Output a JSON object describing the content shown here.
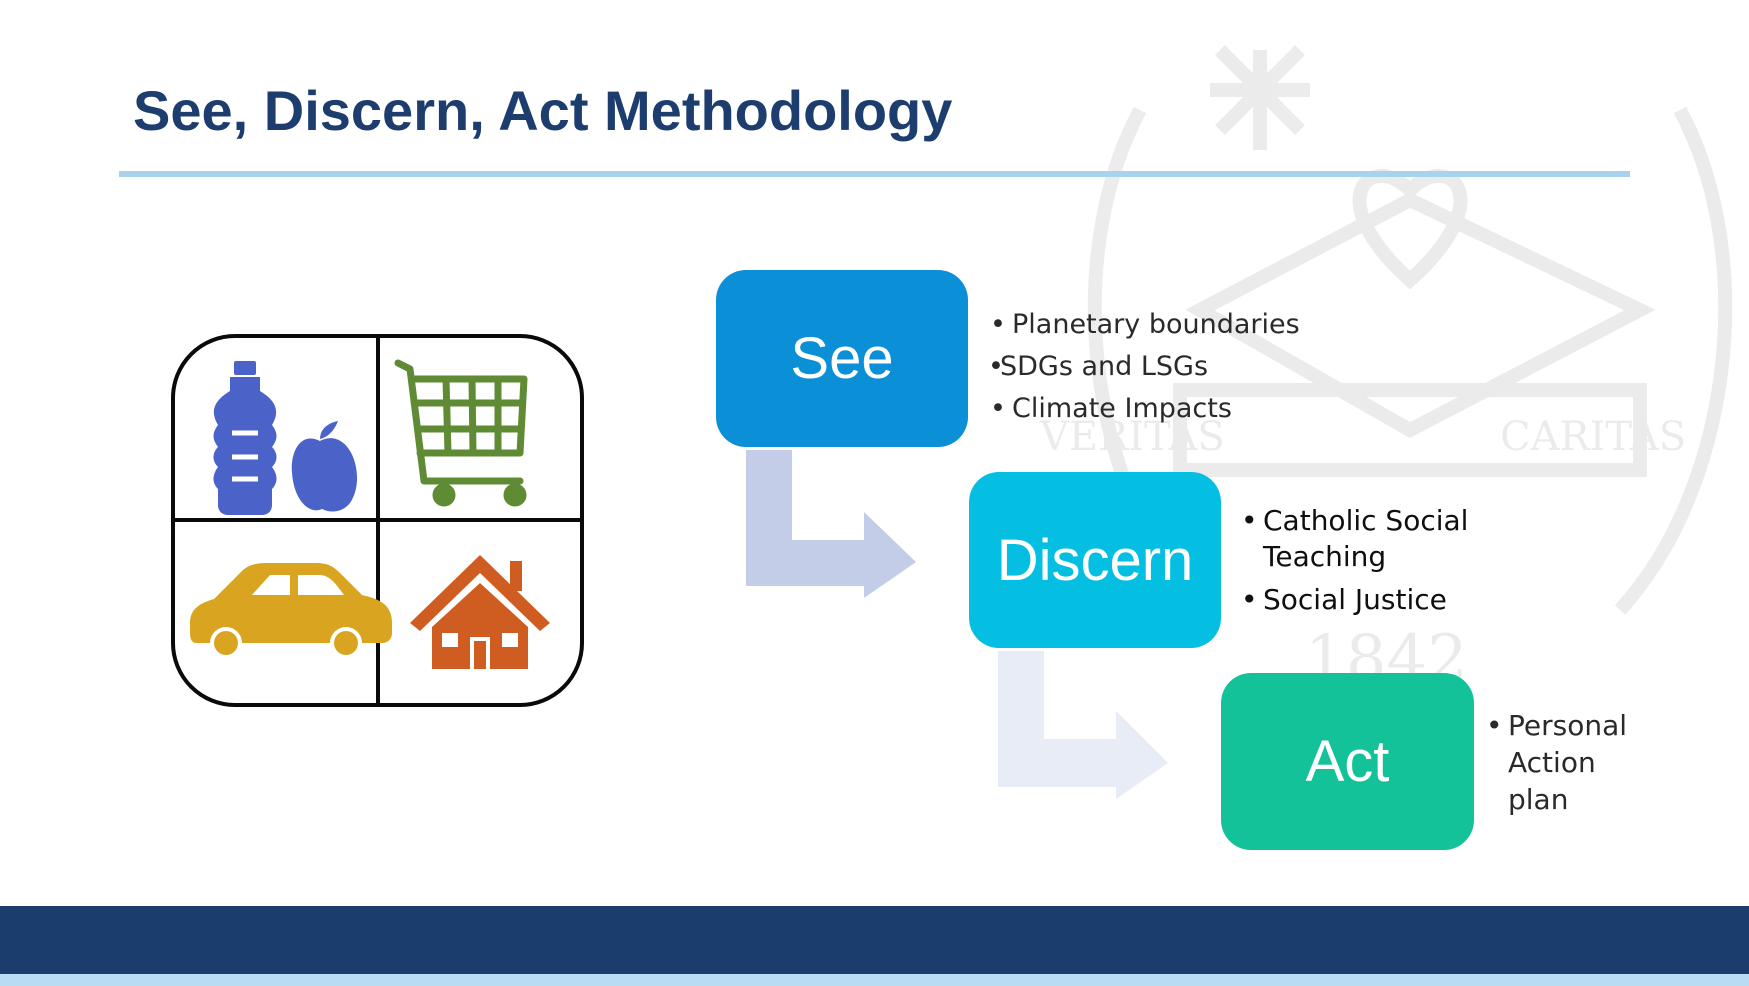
{
  "title": "See, Discern, Act Methodology",
  "watermark": {
    "left_word": "VERITAS",
    "right_word": "CARITAS",
    "year": "1842"
  },
  "icons": [
    "water-bottle-apple-icon",
    "shopping-cart-icon",
    "car-icon",
    "house-icon"
  ],
  "colors": {
    "title": "#1c3d6e",
    "rule": "#a9d2ee",
    "see": "#0b8fd7",
    "discern": "#05bfe2",
    "act": "#14c29a",
    "footer": "#1a3d6d",
    "footer_strip": "#b9dcf2",
    "bottle_apple": "#4b63c8",
    "cart": "#5f8b35",
    "car": "#d9a520",
    "house": "#cf5d21"
  },
  "steps": [
    {
      "label": "See",
      "bullets": [
        "Planetary boundaries",
        "SDGs and LSGs",
        "Climate Impacts"
      ]
    },
    {
      "label": "Discern",
      "bullets": [
        "Catholic Social Teaching",
        "Social Justice"
      ]
    },
    {
      "label": "Act",
      "bullets": [
        "Personal Action plan"
      ]
    }
  ]
}
